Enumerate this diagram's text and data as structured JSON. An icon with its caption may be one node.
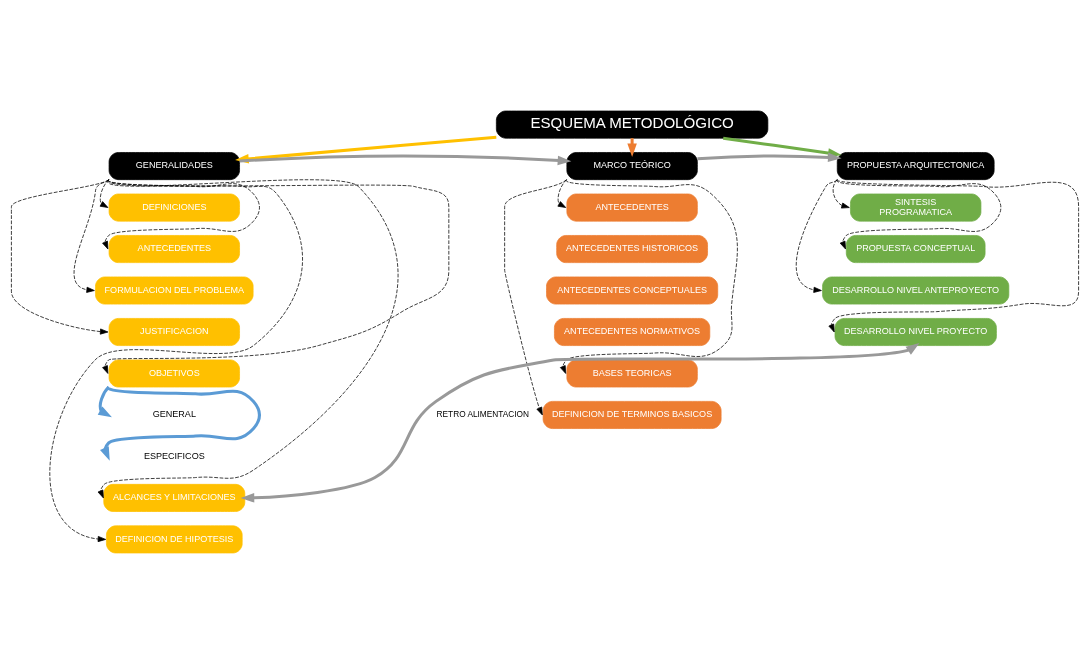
{
  "diagram": {
    "nodes": [
      {
        "text": [
          "ESQUEMA METODOLÓGICO"
        ]
      },
      {
        "text": [
          "GENERALIDADES"
        ]
      },
      {
        "text": [
          "MARCO TEÓRICO"
        ]
      },
      {
        "text": [
          "PROPUESTA ARQUITECTONICA"
        ]
      },
      {
        "text": [
          "DEFINICIONES"
        ]
      },
      {
        "text": [
          "ANTECEDENTES"
        ]
      },
      {
        "text": [
          "FORMULACION DEL PROBLEMA"
        ]
      },
      {
        "text": [
          "JUSTIFICACION"
        ]
      },
      {
        "text": [
          "OBJETIVOS"
        ]
      },
      {
        "text": [
          "GENERAL"
        ]
      },
      {
        "text": [
          "ESPECIFICOS"
        ]
      },
      {
        "text": [
          "ALCANCES Y LIMITACIONES"
        ]
      },
      {
        "text": [
          "DEFINICION DE HIPOTESIS"
        ]
      },
      {
        "text": [
          "ANTECEDENTES"
        ]
      },
      {
        "text": [
          "ANTECEDENTES HISTORICOS"
        ]
      },
      {
        "text": [
          "ANTECEDENTES CONCEPTUALES"
        ]
      },
      {
        "text": [
          "ANTECEDENTES NORMATIVOS"
        ]
      },
      {
        "text": [
          "BASES TEORICAS"
        ]
      },
      {
        "text": [
          "DEFINICION DE TERMINOS BASICOS"
        ]
      },
      {
        "text": [
          "SINTESIS",
          "PROGRAMATICA"
        ]
      },
      {
        "text": [
          "PROPUESTA CONCEPTUAL"
        ]
      },
      {
        "text": [
          "DESARROLLO NIVEL ANTEPROYECTO"
        ]
      },
      {
        "text": [
          "DESARROLLO NIVEL PROYECTO"
        ]
      }
    ],
    "edges": [
      {
        "from": 0,
        "to": 1,
        "arrow": "to",
        "style": "thick",
        "color": "#ffc000"
      },
      {
        "from": 0,
        "to": 2,
        "arrow": "to",
        "style": "thick",
        "color": "#ed7d31"
      },
      {
        "from": 0,
        "to": 3,
        "arrow": "to",
        "style": "thick",
        "color": "#70ad47"
      },
      {
        "from": 1,
        "to": 2,
        "arrow": "to",
        "style": "thick",
        "color": "#999999"
      },
      {
        "from": 2,
        "to": 3,
        "arrow": "to",
        "style": "thick",
        "color": "#999999"
      },
      {
        "from": 1,
        "to": 4,
        "arrow": "to",
        "style": "dashed"
      },
      {
        "from": 1,
        "to": 5,
        "arrow": "to",
        "style": "dashed"
      },
      {
        "from": 1,
        "to": 6,
        "arrow": "to",
        "style": "dashed"
      },
      {
        "from": 1,
        "to": 7,
        "arrow": "to",
        "style": "dashed"
      },
      {
        "from": 1,
        "to": 8,
        "arrow": "to",
        "style": "dashed"
      },
      {
        "from": 8,
        "to": 9,
        "arrow": "to",
        "style": "thick",
        "color": "#5b9bd5"
      },
      {
        "from": 8,
        "to": 10,
        "arrow": "to",
        "style": "thick",
        "color": "#5b9bd5"
      },
      {
        "from": 1,
        "to": 11,
        "arrow": "to",
        "style": "dashed"
      },
      {
        "from": 1,
        "to": 12,
        "arrow": "to",
        "style": "dashed"
      },
      {
        "from": 2,
        "to": 13,
        "arrow": "to",
        "style": "dashed"
      },
      {
        "from": 2,
        "to": 17,
        "arrow": "to",
        "style": "dashed"
      },
      {
        "from": 2,
        "to": 18,
        "arrow": "to",
        "style": "dashed"
      },
      {
        "from": 3,
        "to": 19,
        "arrow": "to",
        "style": "dashed"
      },
      {
        "from": 3,
        "to": 20,
        "arrow": "to",
        "style": "dashed"
      },
      {
        "from": 3,
        "to": 21,
        "arrow": "to",
        "style": "dashed"
      },
      {
        "from": 3,
        "to": 22,
        "arrow": "to",
        "style": "dashed"
      },
      {
        "from": 22,
        "to": 11,
        "arrow": "both",
        "label": "RETRO ALIMENTACION",
        "style": "thick",
        "color": "#999999"
      }
    ]
  }
}
